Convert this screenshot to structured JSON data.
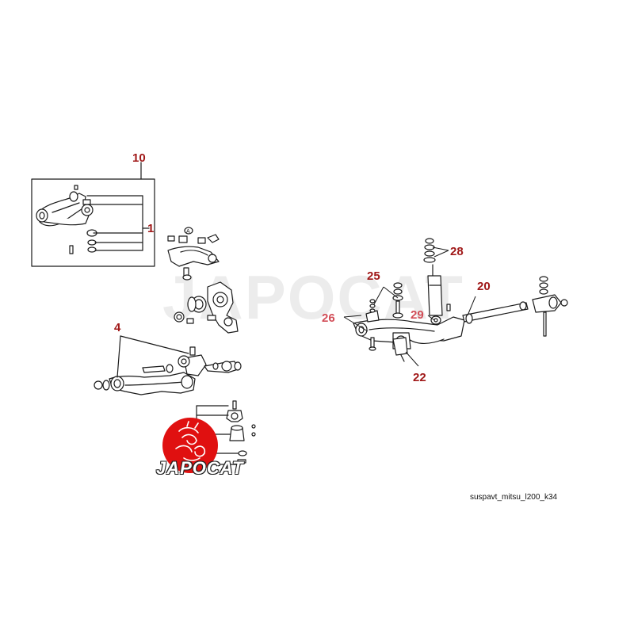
{
  "callouts": {
    "c10": "10",
    "c1": "1",
    "c4": "4",
    "c25": "25",
    "c26": "26",
    "c29": "29",
    "c28": "28",
    "c20": "20",
    "c22": "22"
  },
  "watermark": "JAPOCAT",
  "logo": {
    "text": "JAPOCAT"
  },
  "caption": "suspavt_mitsu_l200_k34",
  "colors": {
    "callout": "#a01818",
    "callout_pink": "#d24d57",
    "logo_red": "#e01010",
    "line": "#1a1a1a"
  }
}
